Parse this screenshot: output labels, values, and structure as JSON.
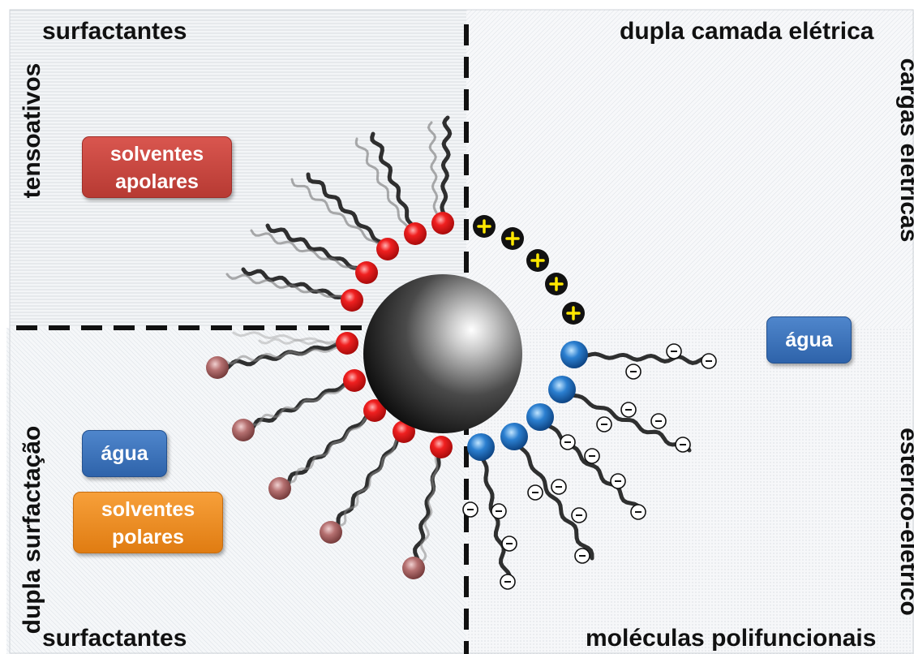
{
  "labels": {
    "top_left": "surfactantes",
    "top_right": "dupla camada elétrica",
    "bottom_left": "surfactantes",
    "bottom_right": "moléculas polifuncionais",
    "left_upper_vertical": "tensoativos",
    "left_lower_vertical": "dupla surfactação",
    "right_upper_vertical": "cargas elétricas",
    "right_lower_vertical": "estérico-elétrico"
  },
  "boxes": {
    "nonpolar_solvents": {
      "line1": "solventes",
      "line2": "apolares"
    },
    "water_left": "água",
    "polar_solvents": {
      "line1": "solventes",
      "line2": "polares"
    },
    "water_right": "água"
  },
  "symbols": {
    "positive_charge": "+",
    "negative_charge": "−"
  },
  "colors": {
    "nonpolar_box": "#c4413a",
    "water_box": "#3a6fb6",
    "polar_box": "#ee8a1f",
    "surfactant_head": "#e01818",
    "second_layer_head": "#b86a6a",
    "polyfunctional_head": "#1f6fbf",
    "positive_charge_fill": "#111111",
    "positive_charge_sign": "#ffe800"
  }
}
